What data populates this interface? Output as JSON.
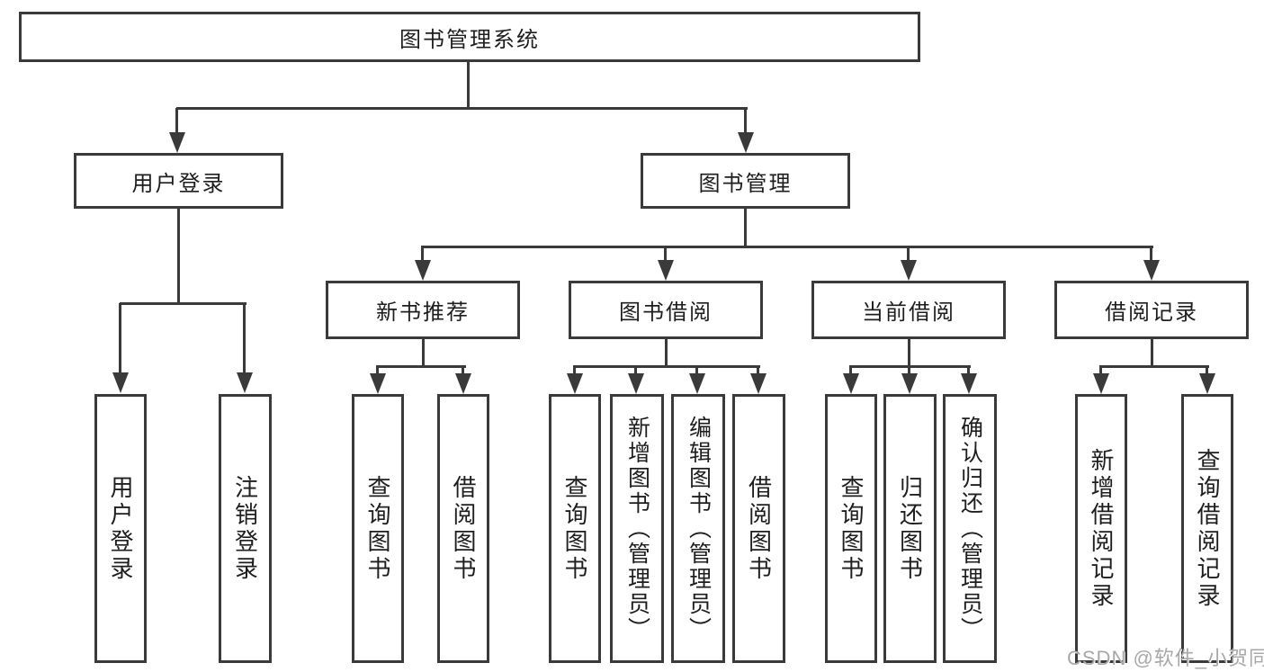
{
  "diagram": {
    "title": "图书管理系统",
    "root": {
      "label": "图书管理系统"
    },
    "branches": {
      "user_login": {
        "label": "用户登录",
        "children": [
          "用户登录",
          "注销登录"
        ]
      },
      "book_mgmt": {
        "label": "图书管理"
      },
      "new_books": {
        "label": "新书推荐",
        "children": [
          "查询图书",
          "借阅图书"
        ]
      },
      "book_borrow": {
        "label": "图书借阅",
        "children": [
          "查询图书",
          "新增图书（管理员）",
          "编辑图书（管理员）",
          "借阅图书"
        ]
      },
      "current_borrow": {
        "label": "当前借阅",
        "children": [
          "查询图书",
          "归还图书",
          "确认归还（管理员）"
        ]
      },
      "borrow_records": {
        "label": "借阅记录",
        "children": [
          "新增借阅记录",
          "查询借阅记录"
        ]
      }
    },
    "colors": {
      "line": "#3a3a3a",
      "text": "#1e1e1e",
      "background": "#ffffff",
      "watermark": "#a8a8a8"
    }
  },
  "watermark": {
    "text": "CSDN @软件_小贺同学"
  }
}
